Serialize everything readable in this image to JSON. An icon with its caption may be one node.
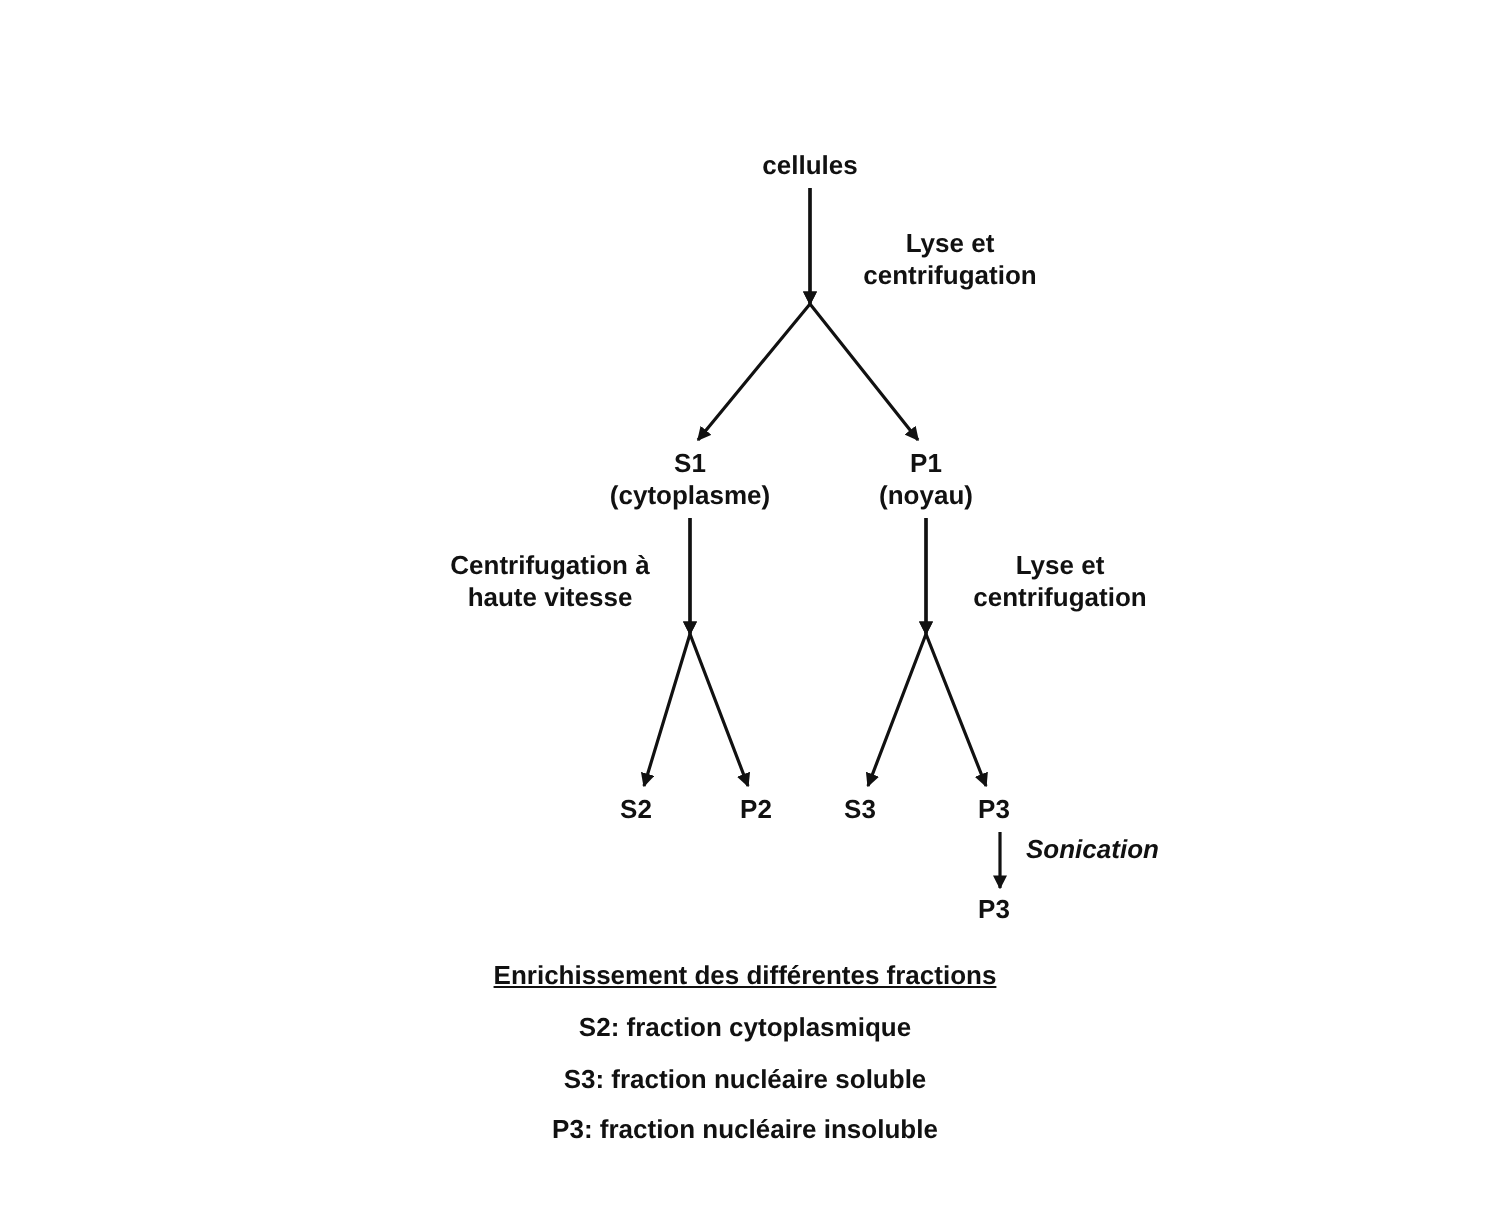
{
  "diagram": {
    "nodes": [
      {
        "text": [
          "cellules"
        ]
      },
      {
        "text": [
          "S1",
          "(cytoplasme)"
        ]
      },
      {
        "text": [
          "P1",
          "(noyau)"
        ]
      },
      {
        "text": [
          "S2"
        ]
      },
      {
        "text": [
          "P2"
        ]
      },
      {
        "text": [
          "S3"
        ]
      },
      {
        "text": [
          "P3"
        ]
      },
      {
        "text": [
          "P3"
        ]
      }
    ],
    "edges": [
      {
        "from": 0,
        "to": 1,
        "arrow": "to",
        "label": "Lyse et centrifugation"
      },
      {
        "from": 0,
        "to": 2,
        "arrow": "to"
      },
      {
        "from": 1,
        "to": 3,
        "arrow": "to",
        "label": "Centrifugation à haute vitesse"
      },
      {
        "from": 1,
        "to": 4,
        "arrow": "to"
      },
      {
        "from": 2,
        "to": 5,
        "arrow": "to",
        "label": "Lyse et centrifugation"
      },
      {
        "from": 2,
        "to": 6,
        "arrow": "to"
      },
      {
        "from": 6,
        "to": 7,
        "arrow": "to",
        "label": "Sonication"
      }
    ],
    "labels": [
      "Enrichissement des différentes fractions",
      "S2: fraction cytoplasmique",
      "S3: fraction nucléaire soluble",
      "P3: fraction nucléaire insoluble"
    ]
  }
}
